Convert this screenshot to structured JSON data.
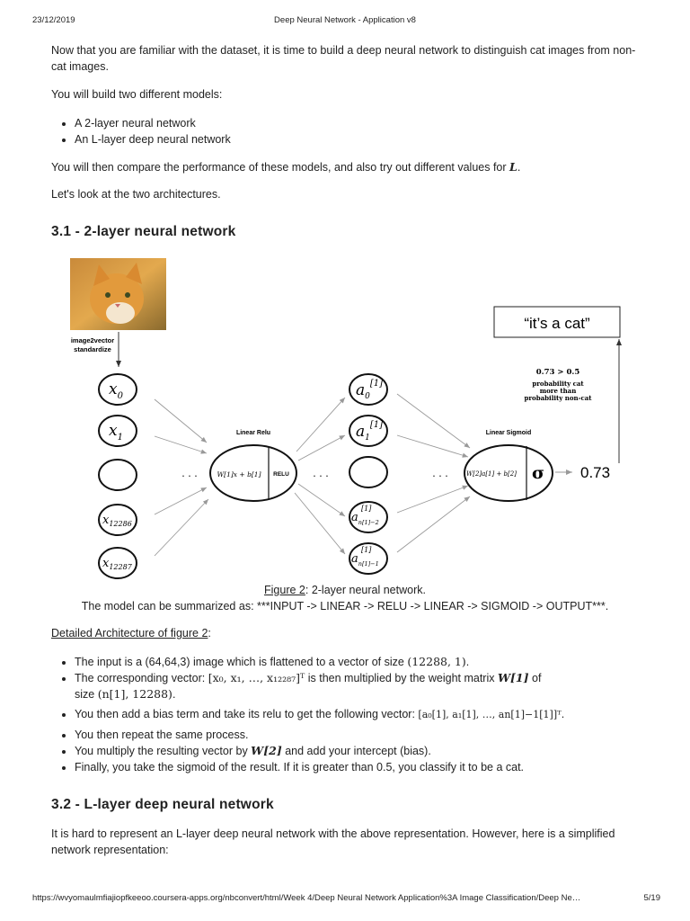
{
  "header": {
    "date": "23/12/2019",
    "title": "Deep Neural Network - Application v8"
  },
  "intro": {
    "p1": "Now that you are familiar with the dataset, it is time to build a deep neural network to distinguish cat images from non-cat images.",
    "p2": "You will build two different models:",
    "models": [
      "A 2-layer neural network",
      "An L-layer deep neural network"
    ],
    "p3_start": "You will then compare the performance of these models, and also try out different values for ",
    "p3_var": "L",
    "p3_end": ".",
    "p4": "Let's look at the two architectures."
  },
  "section_31": {
    "title": "3.1 - 2-layer neural network"
  },
  "figure": {
    "image2vector": "image2vector",
    "standardize": "standardize",
    "linear_relu": "Linear Relu",
    "relu": "RELU",
    "linear_sigmoid": "Linear Sigmoid",
    "sigma": "σ",
    "output_value": "0.73",
    "cat_label": "“it’s a cat”",
    "threshold": "0.73 > 0.5",
    "prob_line1": "probability cat",
    "prob_line2": "more than",
    "prob_line3": "probability non-cat",
    "ellipsis": "· · ·",
    "w1_expr": "W[1]x + b[1]",
    "w2_expr": "W[2]a[1] + b[2]",
    "x0": "x",
    "x0_sub": "0",
    "x1": "x",
    "x1_sub": "1",
    "x12286": "x",
    "x12286_sub": "12286",
    "x12287": "x",
    "x12287_sub": "12287",
    "a0": "a",
    "a0_sub": "0",
    "a0_sup": "[1]",
    "a1": "a",
    "a1_sub": "1",
    "a1_sup": "[1]",
    "an2": "a",
    "an2_sub": "n[1]−2",
    "an2_sup": "[1]",
    "an1": "a",
    "an1_sub": "n[1]−1",
    "an1_sup": "[1]",
    "caption_link": "Figure 2",
    "caption_rest": ": 2-layer neural network.",
    "summary": "The model can be summarized as: ***INPUT -> LINEAR -> RELU -> LINEAR -> SIGMOID -> OUTPUT***."
  },
  "detailed": {
    "heading": "Detailed Architecture of figure 2",
    "colon": ":",
    "b1_text": "The input is a (64,64,3) image which is flattened to a vector of size ",
    "b1_math": "(12288, 1)",
    "b1_end": ".",
    "b2_text": "The corresponding vector: ",
    "b2_math": "[x₀, x₁, …, x₁₂₂₈₇]ᵀ",
    "b2_mid": " is then multiplied by the weight matrix ",
    "b2_w": "W[1]",
    "b2_of": " of",
    "b2_size": "size ",
    "b2_size_math": "(n[1], 12288)",
    "b2_end": ".",
    "b3_text": "You then add a bias term and take its relu to get the following vector: ",
    "b3_math": "[a₀[1], a₁[1], …, an[1]−1[1]]ᵀ",
    "b3_end": ".",
    "b4": "You then repeat the same process.",
    "b5_text": "You multiply the resulting vector by ",
    "b5_math": "W[2]",
    "b5_end": " and add your intercept (bias).",
    "b6": "Finally, you take the sigmoid of the result. If it is greater than 0.5, you classify it to be a cat."
  },
  "section_32": {
    "title": "3.2 - L-layer deep neural network",
    "p1": "It is hard to represent an L-layer deep neural network with the above representation. However, here is a simplified network representation:"
  },
  "footer": {
    "url": "https://wvyomaulmfiajiopfkeeoo.coursera-apps.org/nbconvert/html/Week 4/Deep Neural Network Application%3A Image Classification/Deep Ne…",
    "page": "5/19"
  }
}
